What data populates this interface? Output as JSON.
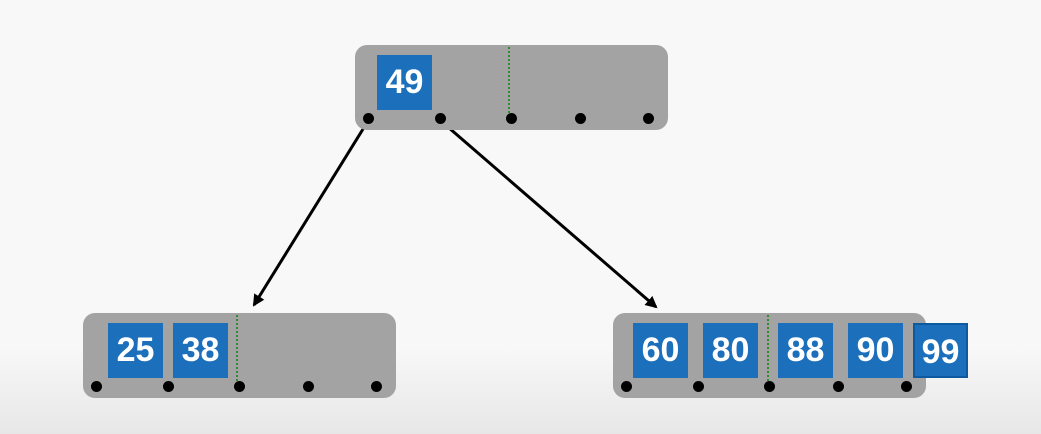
{
  "tree": {
    "root": {
      "keys": [
        "49"
      ]
    },
    "left_child": {
      "keys": [
        "25",
        "38"
      ]
    },
    "right_child": {
      "keys": [
        "60",
        "80",
        "88",
        "90"
      ],
      "overflow_key": "99"
    }
  },
  "colors": {
    "node_fill": "#a3a3a3",
    "key_fill": "#1b6fbb",
    "key_text": "#ffffff",
    "pointer": "#000000",
    "divider": "#2e8b2e",
    "edge": "#000000"
  }
}
